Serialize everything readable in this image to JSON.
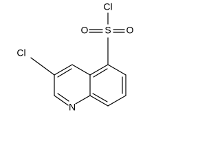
{
  "molecule": {
    "atoms": {
      "cl_sulfonyl": "Cl",
      "s": "S",
      "o_left": "O",
      "o_right": "O",
      "cl_ring": "Cl",
      "n": "N"
    }
  }
}
